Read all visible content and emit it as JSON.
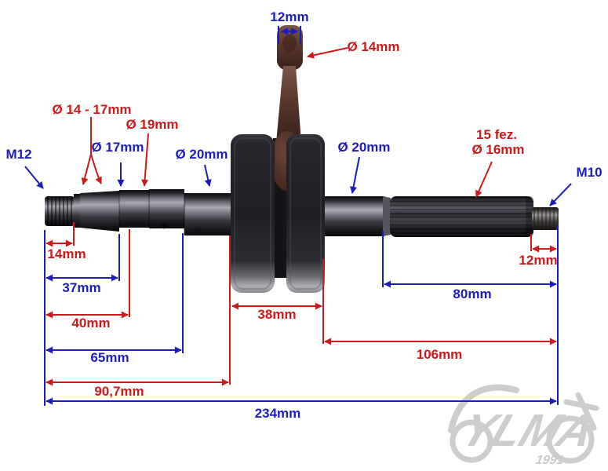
{
  "diagram": {
    "subject": "Scooter crankshaft with connecting rod - dimensioned product photo",
    "colors": {
      "dimension_blue": "#1c1cbe",
      "dimension_red": "#cc1a1a",
      "watermark_gray": "#c9c9c9"
    },
    "callouts": {
      "rod_small_end_width": "12mm",
      "rod_small_end_diameter": "Ø 14mm",
      "left_taper_diameter": "Ø 14 - 17mm",
      "left_seal_diameter": "Ø 19mm",
      "left_bearing_17": "Ø 17mm",
      "left_thread": "M12",
      "left_bearing_20": "Ø 20mm",
      "right_bearing_20": "Ø 20mm",
      "spline_count": "15 fez.",
      "spline_diameter": "Ø 16mm",
      "right_thread": "M10"
    },
    "lengths": {
      "l14": "14mm",
      "l37": "37mm",
      "l40": "40mm",
      "l65": "65mm",
      "l90_7": "90,7mm",
      "l234": "234mm",
      "l38": "38mm",
      "l106": "106mm",
      "l80": "80mm",
      "l12_right": "12mm"
    }
  },
  "watermark": {
    "logo": "YLMA",
    "year": "1991"
  }
}
